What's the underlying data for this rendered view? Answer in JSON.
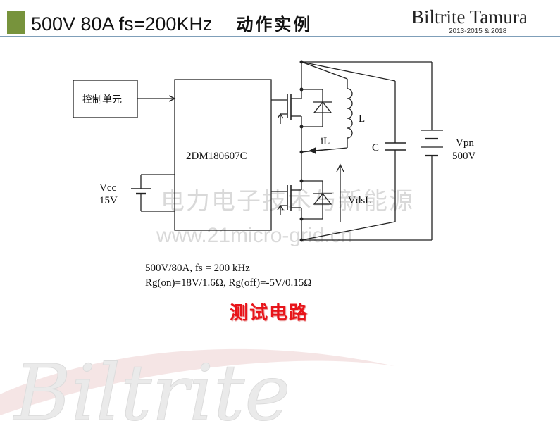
{
  "header": {
    "title_main": "500V   80A  fs=200KHz",
    "title_cn": "动作实例",
    "brand": "Biltrite Tamura",
    "years": "2013-2015 & 2018",
    "accent_color": "#77933c"
  },
  "circuit": {
    "control_unit": "控制单元",
    "driver_ic": "2DM180607C",
    "vcc_label": "Vcc",
    "vcc_value": "15V",
    "inductor": "L",
    "current": "iL",
    "capacitor": "C",
    "supply_label": "Vpn",
    "supply_value": "500V",
    "vds_label": "VdsL"
  },
  "watermark": {
    "text_cn": "电力电子技术与新能源",
    "url": "www.21micro-grid.cn",
    "logo": "Biltrite"
  },
  "notes": {
    "line1": "500V/80A, fs = 200 kHz",
    "line2": "Rg(on)=18V/1.6Ω, Rg(off)=-5V/0.15Ω"
  },
  "caption": "测试电路"
}
